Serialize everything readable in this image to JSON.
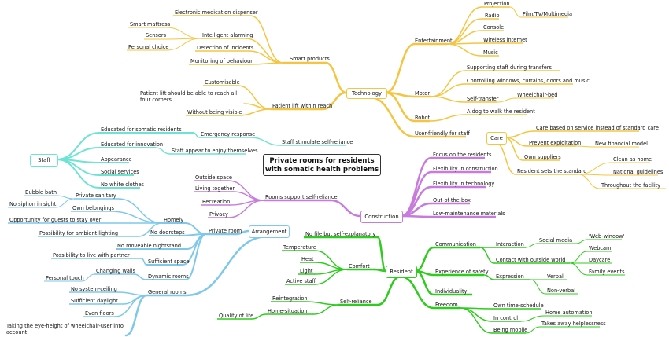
{
  "title": "Private rooms for residents with somatic health problems",
  "colors": {
    "technology": "#F5C542",
    "staff": "#6FE3D3",
    "arrangement": "#7EC8EA",
    "construction": "#C77BDD",
    "resident": "#2ECC1E",
    "care": "#F5C542"
  },
  "technology": {
    "label": "Technology",
    "smart_products": {
      "label": "Smart products",
      "electronic_medication": "Electronic medication dispenser",
      "intelligent_alarming": {
        "label": "Intelligent alarming",
        "items": [
          "Smart mattress",
          "Sensors",
          "Personal choice"
        ]
      },
      "detection": "Detection of incidents",
      "monitoring": "Monitoring of behaviour"
    },
    "patient_lift": {
      "label": "Patient lift within reach",
      "items": [
        "Customisable",
        "Patient lift should be able to reach all four corners",
        "Without being visible"
      ]
    },
    "entertainment": {
      "label": "Entertainment",
      "projection": "Projection",
      "film": "Film/TV/Multimedia",
      "items": [
        "Radio",
        "Console",
        "Wireless internet",
        "Music"
      ]
    },
    "motor": {
      "label": "Motor",
      "items": [
        "Supporting staff during transfers",
        "Controlling windows, curtains, doors and music"
      ],
      "self_transfer": "Self-transfer",
      "wheelchair_bed": "Wheelchair-bed"
    },
    "robot": {
      "label": "Robot",
      "dog": "A dog to walk the resident"
    },
    "user_friendly": "User-friendly for staff"
  },
  "staff": {
    "label": "Staff",
    "educated_somatic": "Educated for somatic residents",
    "emergency": "Emergency response",
    "stimulate": "Staff stimulate self-reliance",
    "educated_innovation": "Educated for innovation",
    "enjoy": "Staff appear to enjoy themselves",
    "items": [
      "Appearance",
      "Social services",
      "No white clothes"
    ]
  },
  "construction": {
    "label": "Construction",
    "rooms_support": "Rooms support self-reliance",
    "rooms_items": [
      "Outside space",
      "Living together",
      "Recreation",
      "Privacy"
    ],
    "items": [
      "Focus on the residents",
      "Flexibility in construction",
      "Flexibility in technology",
      "Out-of-the-box",
      "Low-maintenance materials"
    ]
  },
  "care": {
    "label": "Care",
    "items": [
      "Care based on service instead of standard care",
      "Prevent exploitation",
      "Own suppliers"
    ],
    "new_financial": "New financial model",
    "sets_standard": "Resident sets the standard",
    "standard_items": [
      "Clean as home",
      "National guidelines",
      "Throughout the facility"
    ]
  },
  "arrangement": {
    "label": "Arrangement",
    "private_room": "Private room",
    "homely": "Homely",
    "private_sanitary": "Private sanitary",
    "sanitary_items": [
      "Bubble bath",
      "No siphon in sight"
    ],
    "own_belongings": "Own belongings",
    "opportunity": "Opportunity for guests to stay over",
    "ambient": "Possibility for ambient lighting",
    "no_doorsteps": "No doorsteps",
    "nightstand": "No moveable nightstand",
    "live_partner": "Possibility to live with partner",
    "sufficient_space": "Sufficient space",
    "changing_walls": "Changing walls",
    "personal_touch": "Personal touch",
    "dynamic_rooms": "Dynamic rooms",
    "general_rooms": "General rooms",
    "general_items": [
      "No system-ceiling",
      "Sufficient daylight",
      "Even floors"
    ],
    "eye_height": "Taking the eye-height of wheelchair-user into account"
  },
  "resident": {
    "label": "Resident",
    "no_file": "No file but self-explanatory",
    "comfort": {
      "label": "Comfort",
      "items": [
        "Temperature",
        "Heat",
        "Light",
        "Active staff"
      ]
    },
    "self_reliance": {
      "label": "Self-reliance",
      "reintegration": "Reintegration",
      "home_situation": "Home-situation",
      "quality": "Quality of life"
    },
    "communication": {
      "label": "Communication",
      "interaction": "Interaction",
      "social_media": "Social media",
      "window": "'Web-window'",
      "contact": "Contact with outside world",
      "contact_items": [
        "Webcam",
        "Daycare",
        "Family events"
      ]
    },
    "safety": {
      "label": "Experience of safety",
      "expression": "Expression",
      "items": [
        "Verbal",
        "Non-verbal"
      ]
    },
    "individuality": "Individuality",
    "freedom": {
      "label": "Freedom",
      "own_time": "Own time-schedule",
      "in_control": "In control",
      "home_automation": "Home automation",
      "being_mobile": "Being mobile",
      "helplessness": "Takes away helplessness"
    }
  }
}
